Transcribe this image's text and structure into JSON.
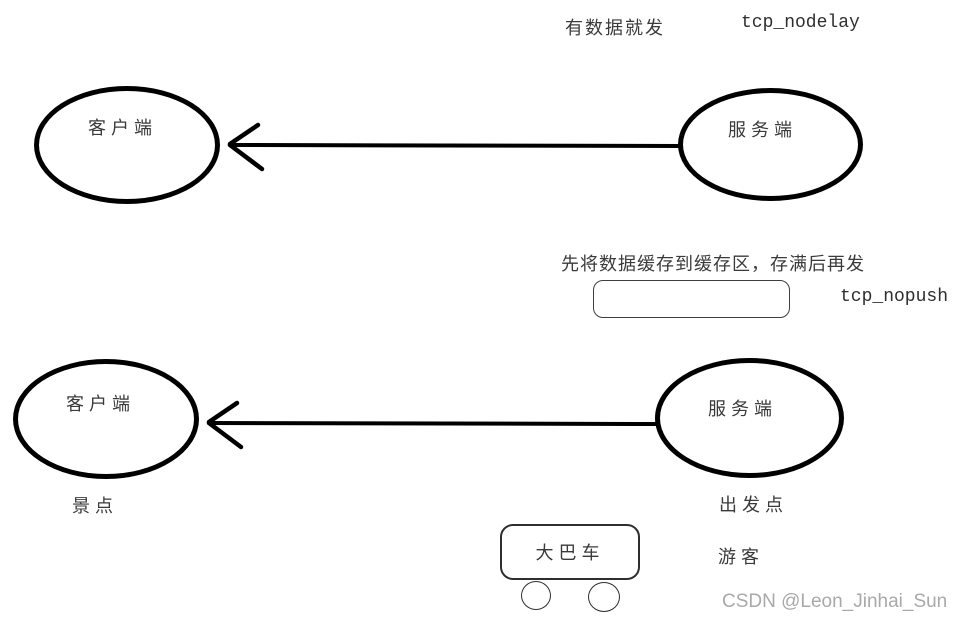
{
  "colors": {
    "stroke": "#000000",
    "text": "#3a3a3a",
    "code": "#2e2e2e",
    "thin-stroke": "#3f3f3f",
    "watermark": "#a9a9a9",
    "background": "#ffffff"
  },
  "nodelay": {
    "annotation": "有数据就发",
    "tag": "tcp_nodelay",
    "client": "客户端",
    "server": "服务端"
  },
  "nopush": {
    "annotation": "先将数据缓存到缓存区，存满后再发",
    "tag": "tcp_nopush",
    "client": "客户端",
    "server": "服务端",
    "client_caption": "景点",
    "server_caption": "出发点",
    "bus": "大巴车",
    "passengers": "游客"
  },
  "watermark": "CSDN @Leon_Jinhai_Sun"
}
